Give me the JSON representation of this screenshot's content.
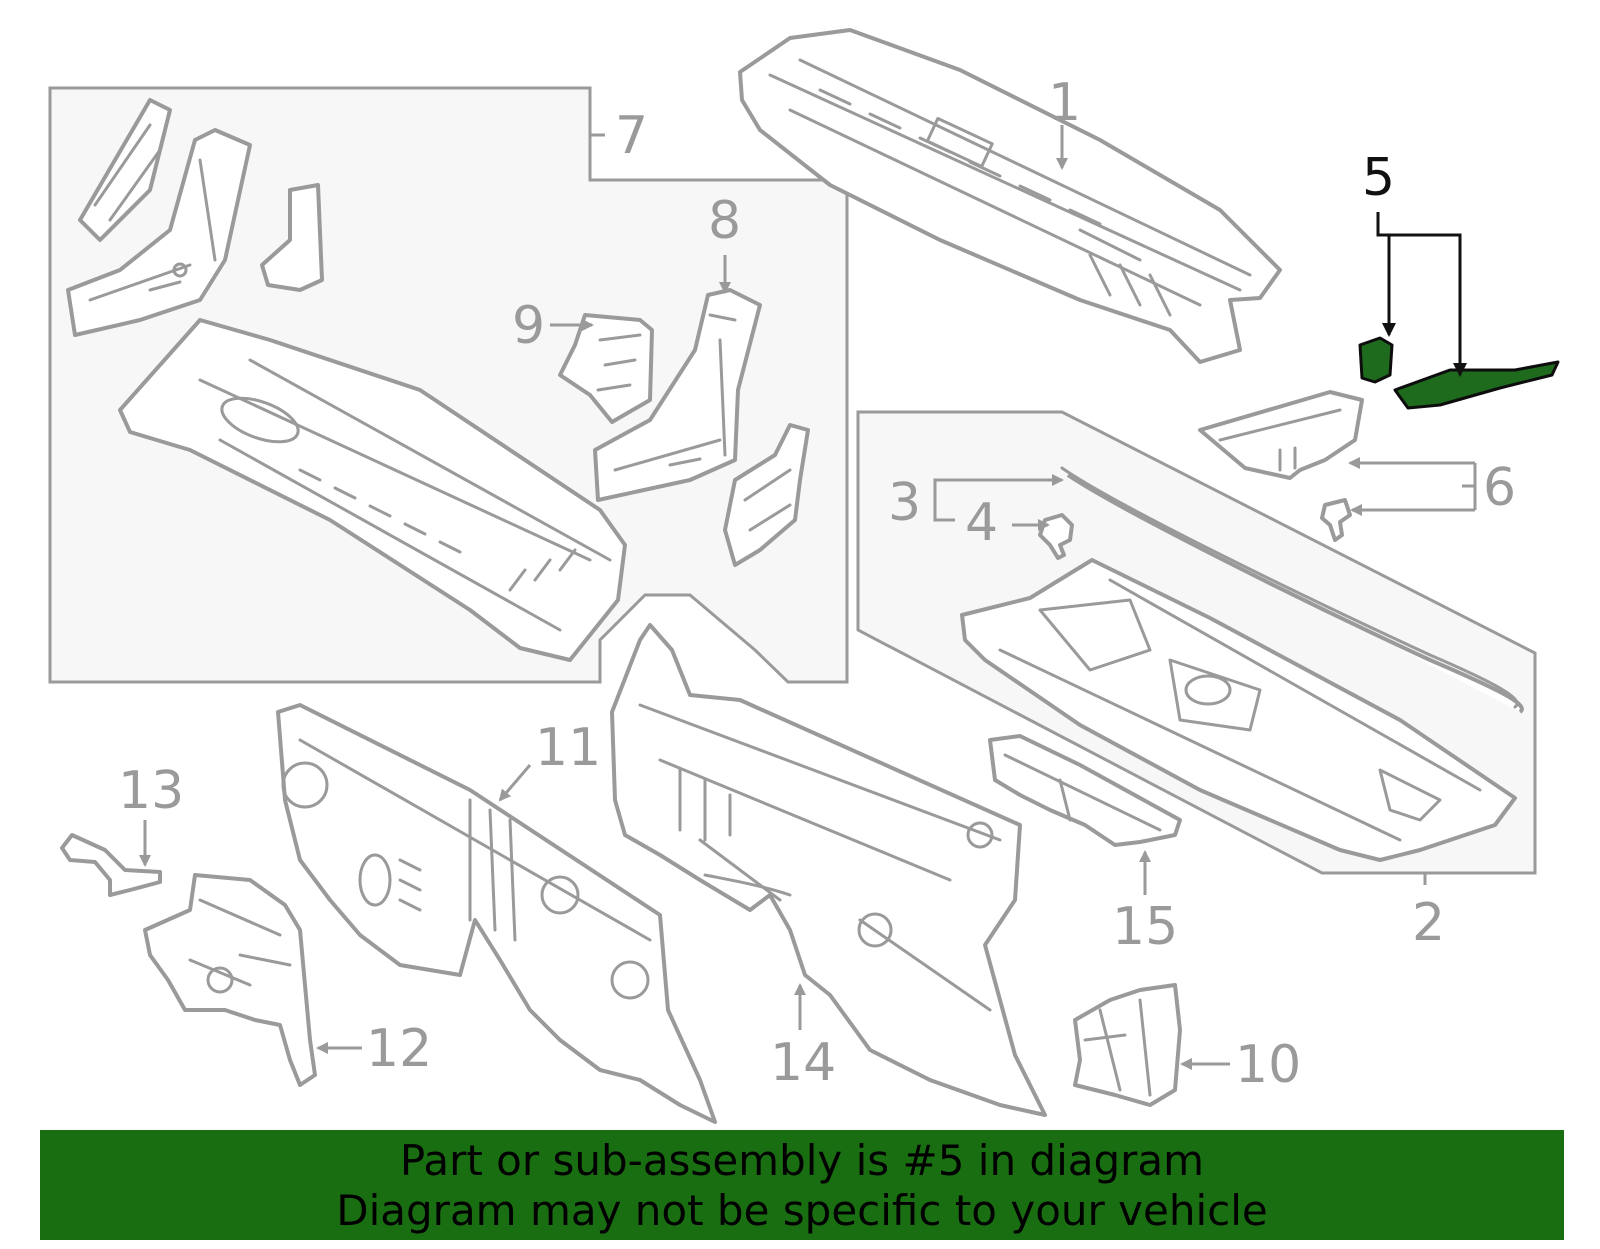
{
  "banner": {
    "line1": "Part or sub-assembly is #5 in diagram",
    "line2": "Diagram may not be specific to your vehicle"
  },
  "colors": {
    "highlight": "#1e6b1e",
    "banner": "#1a6e12",
    "line": "#9a9a9a"
  },
  "callouts": {
    "c1": "1",
    "c2": "2",
    "c3": "3",
    "c4": "4",
    "c5": "5",
    "c6": "6",
    "c7": "7",
    "c8": "8",
    "c9": "9",
    "c10": "10",
    "c11": "11",
    "c12": "12",
    "c13": "13",
    "c14": "14",
    "c15": "15"
  },
  "highlighted_part": "5"
}
